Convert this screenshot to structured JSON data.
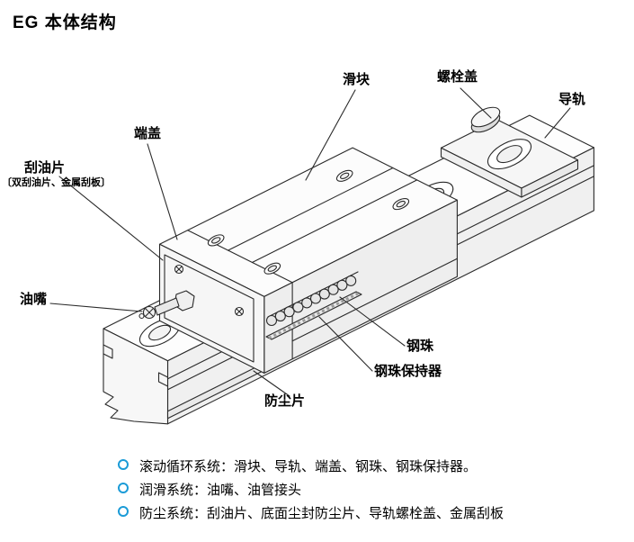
{
  "page": {
    "title": "EG 本体结构"
  },
  "callouts": {
    "slider": "滑块",
    "bolt_cover": "螺栓盖",
    "rail": "导轨",
    "end_cap": "端盖",
    "oil_scraper": "刮油片",
    "oil_scraper_note": "〔双刮油片、金属刮板〕",
    "grease_nipple": "油嘴",
    "steel_ball": "钢珠",
    "ball_retainer": "钢珠保持器",
    "dust_strip": "防尘片"
  },
  "notes": [
    "滚动循环系统：滑块、导轨、端盖、钢珠、钢珠保持器。",
    "润滑系统：油嘴、油管接头",
    "防尘系统：刮油片、底面尘封防尘片、导轨螺栓盖、金属刮板"
  ],
  "colors": {
    "bullet_accent": "#1b9bd7",
    "line_art": "#2a2a2a"
  }
}
